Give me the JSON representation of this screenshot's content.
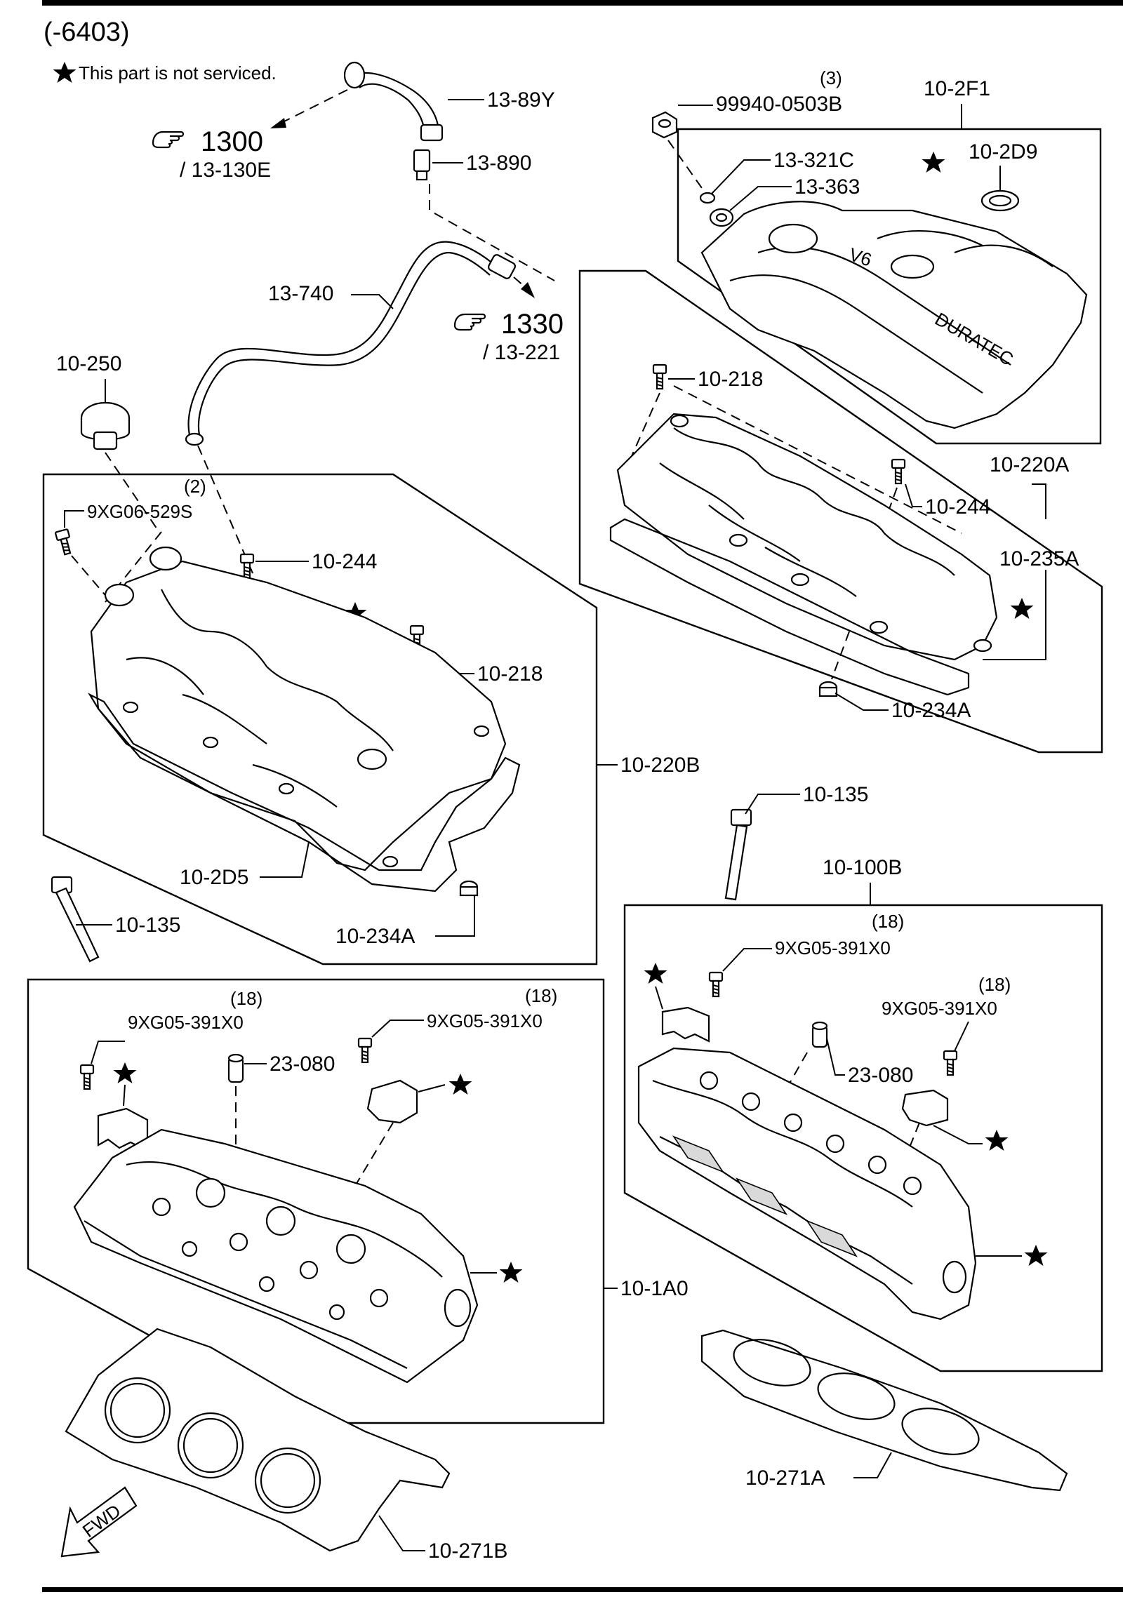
{
  "header": {
    "range_code": "(-6403)",
    "note": "This part is not serviced.",
    "note_icon": "star-icon"
  },
  "refs": {
    "ref1300": {
      "number": "1300",
      "sub": "/ 13-130E",
      "icon": "pointing-hand-icon"
    },
    "ref1330": {
      "number": "1330",
      "sub": "/ 13-221",
      "icon": "pointing-hand-icon"
    }
  },
  "labels": {
    "p13_89Y": "13-89Y",
    "p13_890": "13-890",
    "p99940": "99940-0503B",
    "p99940_qty": "(3)",
    "p10_2F1": "10-2F1",
    "p13_321C": "13-321C",
    "p13_363": "13-363",
    "p10_2D9": "10-2D9",
    "p13_740": "13-740",
    "p10_250": "10-250",
    "p10_218_r": "10-218",
    "p10_220A": "10-220A",
    "p10_244_r": "10-244",
    "p10_235A": "10-235A",
    "p10_234A_r": "10-234A",
    "p9XG06": "9XG06-529S",
    "p9XG06_qty": "(2)",
    "p10_244_l": "10-244",
    "p10_218_l": "10-218",
    "p10_220B": "10-220B",
    "p10_2D5": "10-2D5",
    "p10_135_l": "10-135",
    "p10_234A_l": "10-234A",
    "p10_135_r": "10-135",
    "p10_100B": "10-100B",
    "p9XG05_a": "9XG05-391X0",
    "p9XG05_a_qty": "(18)",
    "p9XG05_b": "9XG05-391X0",
    "p9XG05_b_qty": "(18)",
    "p9XG05_c": "9XG05-391X0",
    "p9XG05_c_qty": "(18)",
    "p9XG05_d": "9XG05-391X0",
    "p9XG05_d_qty": "(18)",
    "p23_080_l": "23-080",
    "p23_080_r": "23-080",
    "p10_1A0": "10-1A0",
    "p10_271A": "10-271A",
    "p10_271B": "10-271B"
  },
  "cover_text": {
    "v6": "V6",
    "brand": "DURATEC"
  },
  "fwd_arrow": "FWD"
}
